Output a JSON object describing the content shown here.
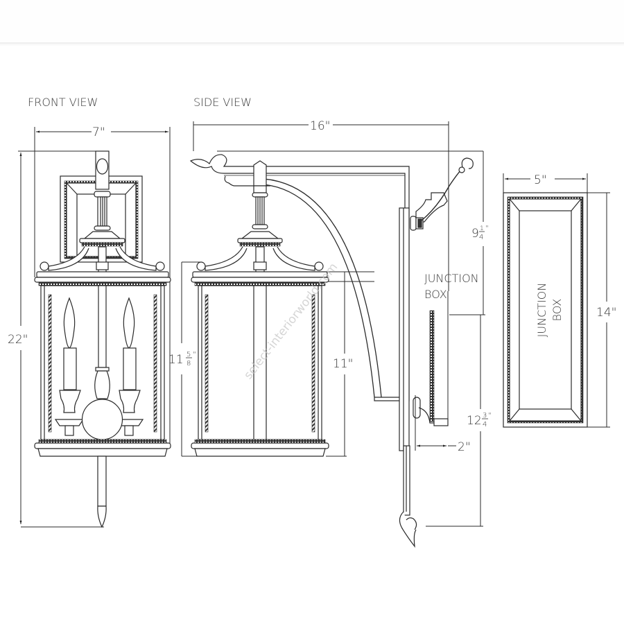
{
  "drawing": {
    "views": {
      "front_title": "FRONT VIEW",
      "side_title": "SIDE VIEW"
    },
    "dimensions": {
      "front_width": "7\"",
      "front_height": "22\"",
      "side_width": "16\"",
      "lantern_height": "11",
      "lantern_height_frac_num": "5",
      "lantern_height_frac_den": "8",
      "glass_height": "11\"",
      "upper_drop": "9",
      "upper_drop_frac_num": "1",
      "upper_drop_frac_den": "4",
      "lower_drop": "12",
      "lower_drop_frac_num": "3",
      "lower_drop_frac_den": "4",
      "backplate_projection": "2\"",
      "junction_width": "5\"",
      "junction_height": "14\""
    },
    "labels": {
      "junction_box_line1": "JUNCTION",
      "junction_box_line2": "BOX",
      "junction_plate_line1": "JUNCTION",
      "junction_plate_line2": "BOX"
    },
    "watermark": "select-interiorworld.com",
    "colors": {
      "line": "#2a2a2a",
      "text": "#3a3a3a",
      "watermark": "#c8c8c8"
    }
  }
}
